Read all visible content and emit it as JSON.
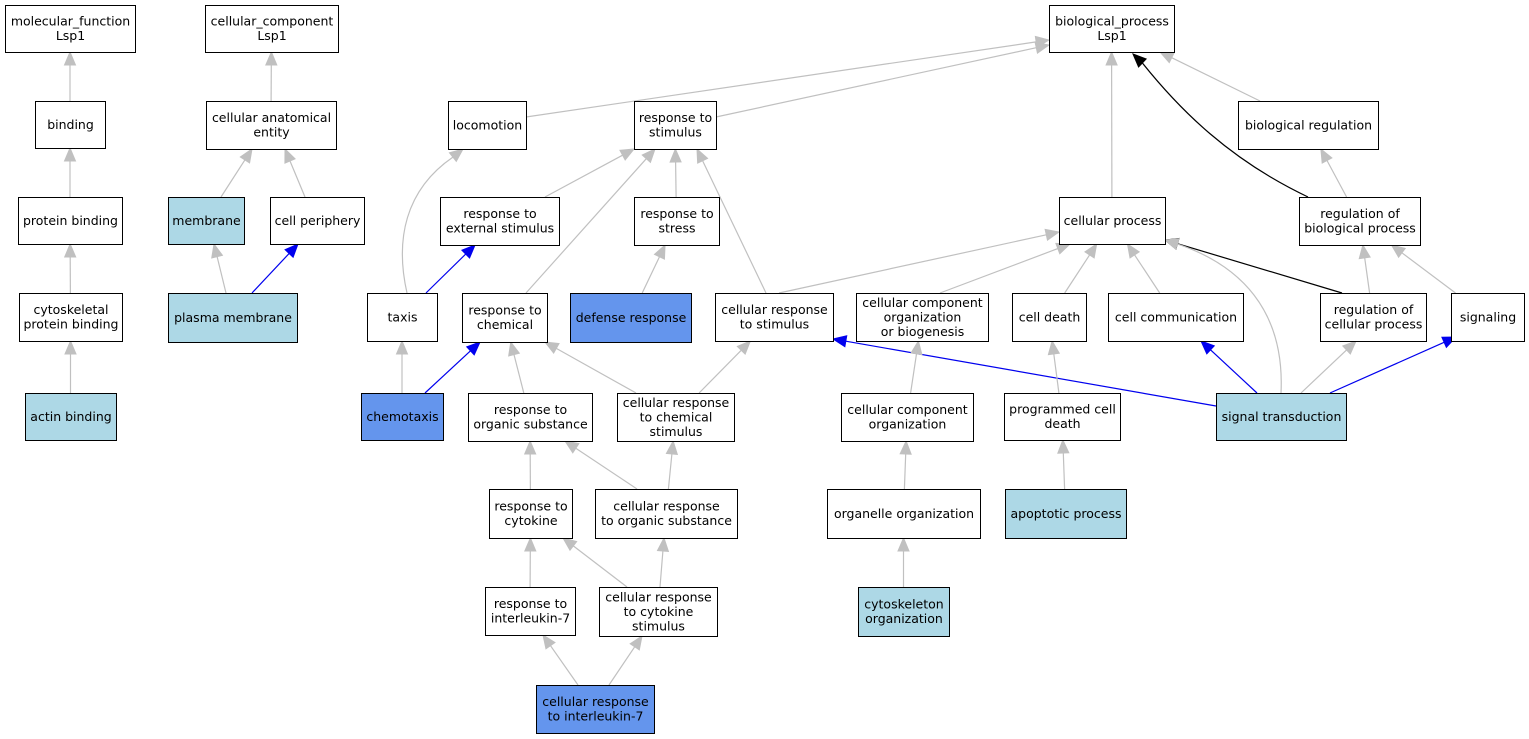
{
  "palette": {
    "white": "#ffffff",
    "light": "#add8e6",
    "dark": "#6495ed",
    "edge_gray": "#c0c0c0",
    "edge_blue": "#0000ee",
    "edge_black": "#000000"
  },
  "nodes": [
    {
      "id": "mf",
      "lines": [
        "molecular_function",
        "Lsp1"
      ],
      "fill": "white"
    },
    {
      "id": "binding",
      "lines": [
        "binding"
      ],
      "fill": "white"
    },
    {
      "id": "protein_binding",
      "lines": [
        "protein binding"
      ],
      "fill": "white"
    },
    {
      "id": "cytoskeletal_protein_binding",
      "lines": [
        "cytoskeletal",
        "protein binding"
      ],
      "fill": "white"
    },
    {
      "id": "actin_binding",
      "lines": [
        "actin binding"
      ],
      "fill": "light"
    },
    {
      "id": "cc",
      "lines": [
        "cellular_component",
        "Lsp1"
      ],
      "fill": "white"
    },
    {
      "id": "cellular_anatomical_entity",
      "lines": [
        "cellular anatomical",
        "entity"
      ],
      "fill": "white"
    },
    {
      "id": "membrane",
      "lines": [
        "membrane"
      ],
      "fill": "light"
    },
    {
      "id": "cell_periphery",
      "lines": [
        "cell periphery"
      ],
      "fill": "white"
    },
    {
      "id": "plasma_membrane",
      "lines": [
        "plasma membrane"
      ],
      "fill": "light"
    },
    {
      "id": "bp",
      "lines": [
        "biological_process",
        "Lsp1"
      ],
      "fill": "white"
    },
    {
      "id": "locomotion",
      "lines": [
        "locomotion"
      ],
      "fill": "white"
    },
    {
      "id": "response_to_stimulus",
      "lines": [
        "response to",
        "stimulus"
      ],
      "fill": "white"
    },
    {
      "id": "biological_regulation",
      "lines": [
        "biological regulation"
      ],
      "fill": "white"
    },
    {
      "id": "response_to_external_stimulus",
      "lines": [
        "response to",
        "external stimulus"
      ],
      "fill": "white"
    },
    {
      "id": "response_to_stress",
      "lines": [
        "response to",
        "stress"
      ],
      "fill": "white"
    },
    {
      "id": "cellular_process",
      "lines": [
        "cellular process"
      ],
      "fill": "white"
    },
    {
      "id": "regulation_of_biological_process",
      "lines": [
        "regulation of",
        "biological process"
      ],
      "fill": "white"
    },
    {
      "id": "taxis",
      "lines": [
        "taxis"
      ],
      "fill": "white"
    },
    {
      "id": "response_to_chemical",
      "lines": [
        "response to",
        "chemical"
      ],
      "fill": "white"
    },
    {
      "id": "defense_response",
      "lines": [
        "defense response"
      ],
      "fill": "dark"
    },
    {
      "id": "cellular_response_to_stimulus",
      "lines": [
        "cellular response",
        "to stimulus"
      ],
      "fill": "white"
    },
    {
      "id": "cellular_component_organization_or_biogenesis",
      "lines": [
        "cellular component",
        "organization",
        "or biogenesis"
      ],
      "fill": "white"
    },
    {
      "id": "cell_death",
      "lines": [
        "cell death"
      ],
      "fill": "white"
    },
    {
      "id": "cell_communication",
      "lines": [
        "cell communication"
      ],
      "fill": "white"
    },
    {
      "id": "regulation_of_cellular_process",
      "lines": [
        "regulation of",
        "cellular process"
      ],
      "fill": "white"
    },
    {
      "id": "signaling",
      "lines": [
        "signaling"
      ],
      "fill": "white"
    },
    {
      "id": "chemotaxis",
      "lines": [
        "chemotaxis"
      ],
      "fill": "dark"
    },
    {
      "id": "response_to_organic_substance",
      "lines": [
        "response to",
        "organic substance"
      ],
      "fill": "white"
    },
    {
      "id": "cellular_response_to_chemical_stimulus",
      "lines": [
        "cellular response",
        "to chemical",
        "stimulus"
      ],
      "fill": "white"
    },
    {
      "id": "cellular_component_organization",
      "lines": [
        "cellular component",
        "organization"
      ],
      "fill": "white"
    },
    {
      "id": "programmed_cell_death",
      "lines": [
        "programmed cell",
        "death"
      ],
      "fill": "white"
    },
    {
      "id": "signal_transduction",
      "lines": [
        "signal transduction"
      ],
      "fill": "light"
    },
    {
      "id": "response_to_cytokine",
      "lines": [
        "response to",
        "cytokine"
      ],
      "fill": "white"
    },
    {
      "id": "cellular_response_to_organic_substance",
      "lines": [
        "cellular response",
        "to organic substance"
      ],
      "fill": "white"
    },
    {
      "id": "organelle_organization",
      "lines": [
        "organelle organization"
      ],
      "fill": "white"
    },
    {
      "id": "apoptotic_process",
      "lines": [
        "apoptotic process"
      ],
      "fill": "light"
    },
    {
      "id": "response_to_interleukin_7",
      "lines": [
        "response to",
        "interleukin-7"
      ],
      "fill": "white"
    },
    {
      "id": "cellular_response_to_cytokine_stimulus",
      "lines": [
        "cellular response",
        "to cytokine",
        "stimulus"
      ],
      "fill": "white"
    },
    {
      "id": "cytoskeleton_organization",
      "lines": [
        "cytoskeleton",
        "organization"
      ],
      "fill": "light"
    },
    {
      "id": "cellular_response_to_interleukin_7",
      "lines": [
        "cellular response",
        "to interleukin-7"
      ],
      "fill": "dark"
    }
  ],
  "edges": [
    {
      "from": "binding",
      "to": "mf",
      "color": "gray"
    },
    {
      "from": "protein_binding",
      "to": "binding",
      "color": "gray"
    },
    {
      "from": "cytoskeletal_protein_binding",
      "to": "protein_binding",
      "color": "gray"
    },
    {
      "from": "actin_binding",
      "to": "cytoskeletal_protein_binding",
      "color": "gray"
    },
    {
      "from": "cellular_anatomical_entity",
      "to": "cc",
      "color": "gray"
    },
    {
      "from": "membrane",
      "to": "cellular_anatomical_entity",
      "color": "gray"
    },
    {
      "from": "cell_periphery",
      "to": "cellular_anatomical_entity",
      "color": "gray"
    },
    {
      "from": "plasma_membrane",
      "to": "membrane",
      "color": "gray"
    },
    {
      "from": "plasma_membrane",
      "to": "cell_periphery",
      "color": "blue"
    },
    {
      "from": "locomotion",
      "to": "bp",
      "color": "gray"
    },
    {
      "from": "response_to_stimulus",
      "to": "bp",
      "color": "gray"
    },
    {
      "from": "cellular_process",
      "to": "bp",
      "color": "gray"
    },
    {
      "from": "biological_regulation",
      "to": "bp",
      "color": "gray"
    },
    {
      "from": "regulation_of_biological_process",
      "to": "bp",
      "color": "black"
    },
    {
      "from": "regulation_of_biological_process",
      "to": "biological_regulation",
      "color": "gray"
    },
    {
      "from": "response_to_external_stimulus",
      "to": "response_to_stimulus",
      "color": "gray"
    },
    {
      "from": "response_to_stress",
      "to": "response_to_stimulus",
      "color": "gray"
    },
    {
      "from": "response_to_chemical",
      "to": "response_to_stimulus",
      "color": "gray"
    },
    {
      "from": "cellular_response_to_stimulus",
      "to": "response_to_stimulus",
      "color": "gray"
    },
    {
      "from": "taxis",
      "to": "locomotion",
      "color": "gray"
    },
    {
      "from": "taxis",
      "to": "response_to_external_stimulus",
      "color": "blue"
    },
    {
      "from": "defense_response",
      "to": "response_to_stress",
      "color": "gray"
    },
    {
      "from": "cellular_response_to_stimulus",
      "to": "cellular_process",
      "color": "gray"
    },
    {
      "from": "cellular_component_organization_or_biogenesis",
      "to": "cellular_process",
      "color": "gray"
    },
    {
      "from": "cell_death",
      "to": "cellular_process",
      "color": "gray"
    },
    {
      "from": "cell_communication",
      "to": "cellular_process",
      "color": "gray"
    },
    {
      "from": "regulation_of_cellular_process",
      "to": "cellular_process",
      "color": "black"
    },
    {
      "from": "signal_transduction",
      "to": "cellular_process",
      "color": "gray"
    },
    {
      "from": "regulation_of_cellular_process",
      "to": "regulation_of_biological_process",
      "color": "gray"
    },
    {
      "from": "signaling",
      "to": "regulation_of_biological_process",
      "color": "gray"
    },
    {
      "from": "chemotaxis",
      "to": "taxis",
      "color": "gray"
    },
    {
      "from": "chemotaxis",
      "to": "response_to_chemical",
      "color": "blue"
    },
    {
      "from": "response_to_organic_substance",
      "to": "response_to_chemical",
      "color": "gray"
    },
    {
      "from": "cellular_response_to_chemical_stimulus",
      "to": "response_to_chemical",
      "color": "gray"
    },
    {
      "from": "cellular_response_to_chemical_stimulus",
      "to": "cellular_response_to_stimulus",
      "color": "gray"
    },
    {
      "from": "signal_transduction",
      "to": "cellular_response_to_stimulus",
      "color": "blue"
    },
    {
      "from": "signal_transduction",
      "to": "cell_communication",
      "color": "blue"
    },
    {
      "from": "signal_transduction",
      "to": "regulation_of_cellular_process",
      "color": "gray"
    },
    {
      "from": "signal_transduction",
      "to": "signaling",
      "color": "blue"
    },
    {
      "from": "cellular_component_organization",
      "to": "cellular_component_organization_or_biogenesis",
      "color": "gray"
    },
    {
      "from": "programmed_cell_death",
      "to": "cell_death",
      "color": "gray"
    },
    {
      "from": "response_to_cytokine",
      "to": "response_to_organic_substance",
      "color": "gray"
    },
    {
      "from": "cellular_response_to_organic_substance",
      "to": "response_to_organic_substance",
      "color": "gray"
    },
    {
      "from": "cellular_response_to_organic_substance",
      "to": "cellular_response_to_chemical_stimulus",
      "color": "gray"
    },
    {
      "from": "organelle_organization",
      "to": "cellular_component_organization",
      "color": "gray"
    },
    {
      "from": "apoptotic_process",
      "to": "programmed_cell_death",
      "color": "gray"
    },
    {
      "from": "response_to_interleukin_7",
      "to": "response_to_cytokine",
      "color": "gray"
    },
    {
      "from": "cellular_response_to_cytokine_stimulus",
      "to": "response_to_cytokine",
      "color": "gray"
    },
    {
      "from": "cellular_response_to_cytokine_stimulus",
      "to": "cellular_response_to_organic_substance",
      "color": "gray"
    },
    {
      "from": "cytoskeleton_organization",
      "to": "organelle_organization",
      "color": "gray"
    },
    {
      "from": "cellular_response_to_interleukin_7",
      "to": "response_to_interleukin_7",
      "color": "gray"
    },
    {
      "from": "cellular_response_to_interleukin_7",
      "to": "cellular_response_to_cytokine_stimulus",
      "color": "gray"
    }
  ]
}
